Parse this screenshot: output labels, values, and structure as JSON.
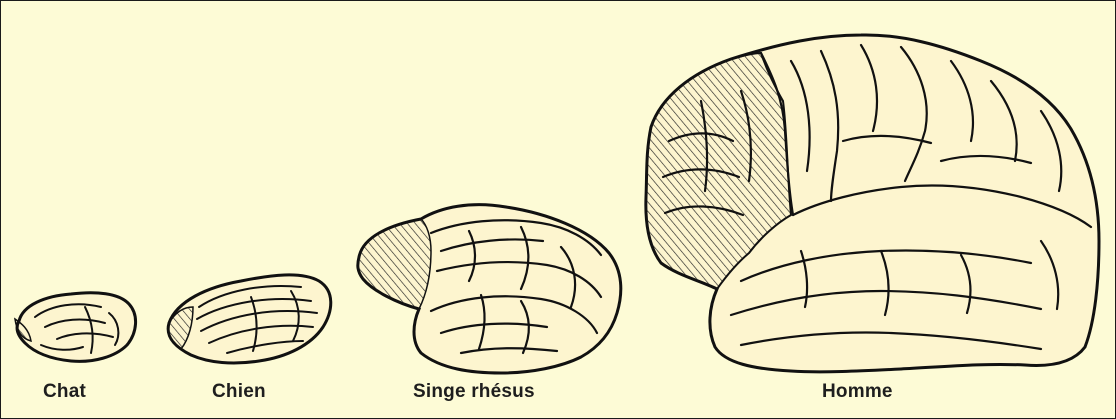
{
  "labels": {
    "chat": "Chat",
    "chien": "Chien",
    "singe": "Singe rhésus",
    "homme": "Homme"
  },
  "colors": {
    "background": "#fdfbd6",
    "brain_fill": "#fdf5cf",
    "outline": "#111111",
    "hatch": "#222222"
  }
}
